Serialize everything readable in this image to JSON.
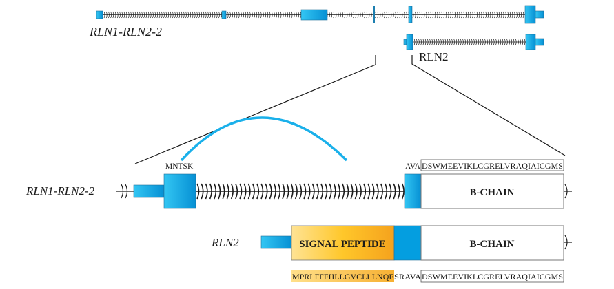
{
  "labels": {
    "top_transcript": "RLN1-RLN2-2",
    "top_rln2": "RLN2",
    "zoom_transcript": "RLN1-RLN2-2",
    "zoom_rln2": "RLN2",
    "mntsk": "MNTSK",
    "ava": "AVA",
    "b_chain_seq_top": "DSWMEEVIKLCGRELVRAQIAICGMS",
    "b_chain_1": "B-CHAIN",
    "b_chain_2": "B-CHAIN",
    "signal_peptide": "SIGNAL PEPTIDE",
    "signal_seq": "MPRLFFFHLLGVCLLLNQF",
    "linker_seq": "SRAVA",
    "b_chain_seq_bottom": "DSWMEEVIKLCGRELVRAQIAICGMS"
  },
  "colors": {
    "exon_light": "#2ec4f2",
    "exon_dark": "#0091d6",
    "arc": "#1ab0ea",
    "signal_light": "#ffe28a",
    "signal_dark": "#f6a81d",
    "line": "#1a1a1a"
  }
}
